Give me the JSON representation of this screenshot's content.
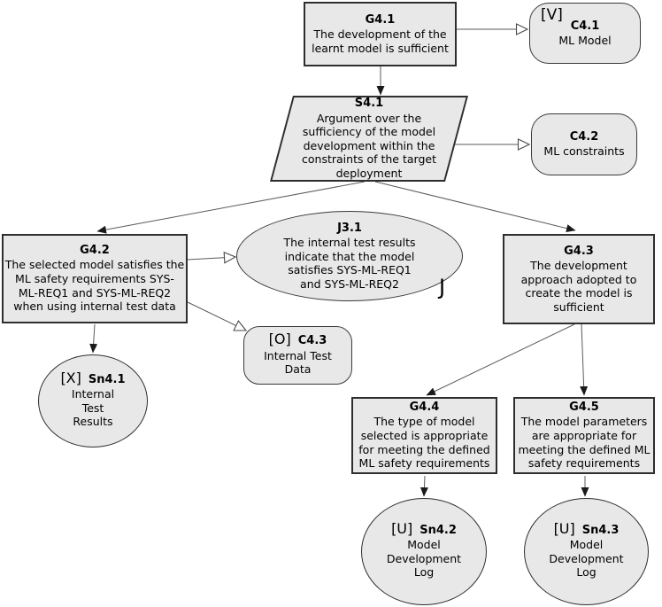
{
  "nodes": {
    "g4_1": {
      "id": "G4.1",
      "body": "The development of the\nlearnt model is sufficient"
    },
    "c4_1": {
      "marker": "[V]",
      "id": "C4.1",
      "body": "ML Model"
    },
    "s4_1": {
      "id": "S4.1",
      "body": "Argument over the\nsufficiency of the model\ndevelopment within the\nconstraints of the target\ndeployment"
    },
    "c4_2": {
      "id": "C4.2",
      "body": "ML constraints"
    },
    "g4_2": {
      "id": "G4.2",
      "body": "The selected model satisfies the\nML safety requirements SYS-\nML-REQ1 and SYS-ML-REQ2\nwhen using internal test data"
    },
    "j3_1": {
      "id": "J3.1",
      "body": "The internal test results\nindicate that the model\nsatisfies SYS-ML-REQ1\nand SYS-ML-REQ2",
      "tag": "J"
    },
    "g4_3": {
      "id": "G4.3",
      "body": "The development\napproach adopted to\ncreate the model is\nsufficient"
    },
    "c4_3": {
      "marker": "[O]",
      "id": "C4.3",
      "body": "Internal Test\nData"
    },
    "sn4_1": {
      "marker": "[X]",
      "id": "Sn4.1",
      "body": "Internal\nTest\nResults"
    },
    "g4_4": {
      "id": "G4.4",
      "body": "The type of model\nselected is appropriate\nfor meeting the defined\nML safety requirements"
    },
    "g4_5": {
      "id": "G4.5",
      "body": "The model parameters\nare appropriate for\nmeeting the defined ML\nsafety requirements"
    },
    "sn4_2": {
      "marker": "[U]",
      "id": "Sn4.2",
      "body": "Model\nDevelopment\nLog"
    },
    "sn4_3": {
      "marker": "[U]",
      "id": "Sn4.3",
      "body": "Model\nDevelopment\nLog"
    }
  },
  "edges": [
    {
      "from": "G4.1",
      "to": "C4.1",
      "type": "in-context-of"
    },
    {
      "from": "G4.1",
      "to": "S4.1",
      "type": "supported-by"
    },
    {
      "from": "S4.1",
      "to": "C4.2",
      "type": "in-context-of"
    },
    {
      "from": "S4.1",
      "to": "G4.2",
      "type": "supported-by"
    },
    {
      "from": "S4.1",
      "to": "G4.3",
      "type": "supported-by"
    },
    {
      "from": "G4.2",
      "to": "J3.1",
      "type": "in-context-of"
    },
    {
      "from": "G4.2",
      "to": "C4.3",
      "type": "in-context-of"
    },
    {
      "from": "G4.2",
      "to": "Sn4.1",
      "type": "supported-by"
    },
    {
      "from": "G4.3",
      "to": "G4.4",
      "type": "supported-by"
    },
    {
      "from": "G4.3",
      "to": "G4.5",
      "type": "supported-by"
    },
    {
      "from": "G4.4",
      "to": "Sn4.2",
      "type": "supported-by"
    },
    {
      "from": "G4.5",
      "to": "Sn4.3",
      "type": "supported-by"
    }
  ],
  "colors": {
    "node_fill": "#e8e8e8",
    "node_border": "#2e2e2e",
    "connector": "#5a5a5a",
    "solid_arrowhead": "#1a1a1a",
    "hollow_arrowhead_fill": "#ffffff"
  }
}
